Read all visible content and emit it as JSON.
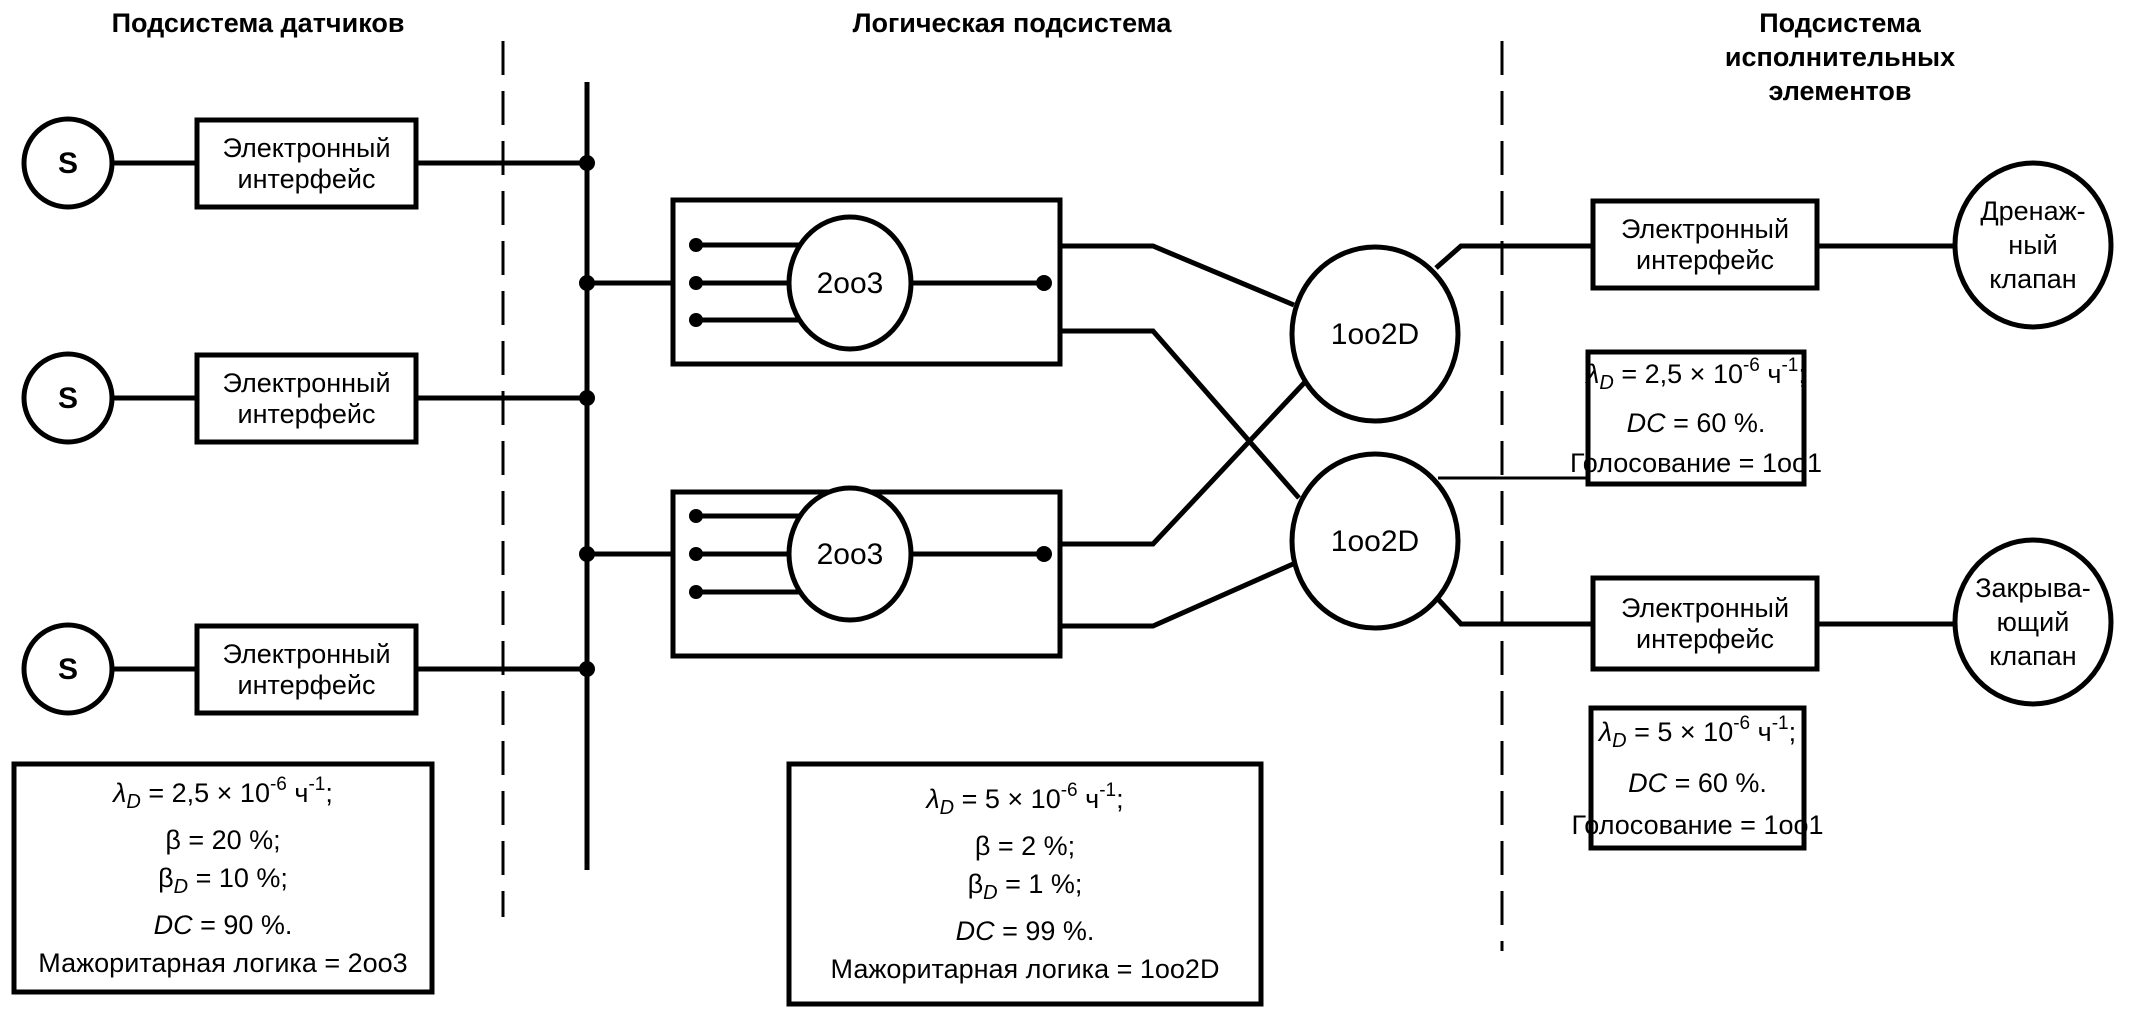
{
  "headers": {
    "sensors": "Подсистема датчиков",
    "logic": "Логическая подсистема",
    "actuators": [
      "Подсистема",
      "исполнительных",
      "элементов"
    ]
  },
  "sensors": {
    "symbol": "S",
    "interface_lines": [
      "Электронный",
      "интерфейс"
    ],
    "count": 3
  },
  "logic": {
    "voter_label": "2oo3",
    "diag_voter_label": "1oo2D"
  },
  "actuators": {
    "interface_lines": [
      "Электронный",
      "интерфейс"
    ],
    "drain_valve": [
      "Дренаж-",
      "ный",
      "клапан"
    ],
    "shutoff_valve": [
      "Закрыва-",
      "ющий",
      "клапан"
    ]
  },
  "params": {
    "sensors": {
      "lambda_sym": "λ",
      "lambda_sub": "D",
      "lambda_val": " = 2,5 × 10",
      "lambda_exp": "-6",
      "lambda_unit": " ч",
      "lambda_unit_exp": "-1",
      "lambda_end": ";",
      "beta": "β = 20 %;",
      "beta_d_sym": "β",
      "beta_d_sub": "D",
      "beta_d_val": " = 10 %;",
      "dc_sym": "DC",
      "dc_val": " = 90 %.",
      "logic": "Мажоритарная логика = 2oo3"
    },
    "logic": {
      "lambda_sym": "λ",
      "lambda_sub": "D",
      "lambda_val": " = 5 × 10",
      "lambda_exp": "-6",
      "lambda_unit": " ч",
      "lambda_unit_exp": "-1",
      "lambda_end": ";",
      "beta": "β = 2 %;",
      "beta_d_sym": "β",
      "beta_d_sub": "D",
      "beta_d_val": " = 1 %;",
      "dc_sym": "DC",
      "dc_val": " = 99 %.",
      "logic": "Мажоритарная логика = 1oo2D"
    },
    "drain_valve": {
      "lambda_sym": "λ",
      "lambda_sub": "D",
      "lambda_val": " = 2,5 × 10",
      "lambda_exp": "-6",
      "lambda_unit": " ч",
      "lambda_unit_exp": "-1",
      "lambda_end": ";",
      "dc_sym": "DC",
      "dc_val": " = 60 %.",
      "voting": "Голосование = 1oo1"
    },
    "shutoff_valve": {
      "lambda_sym": "λ",
      "lambda_sub": "D",
      "lambda_val": " = 5 × 10",
      "lambda_exp": "-6",
      "lambda_unit": " ч",
      "lambda_unit_exp": "-1",
      "lambda_end": ";",
      "dc_sym": "DC",
      "dc_val": " = 60 %.",
      "voting": "Голосование = 1oo1"
    }
  }
}
